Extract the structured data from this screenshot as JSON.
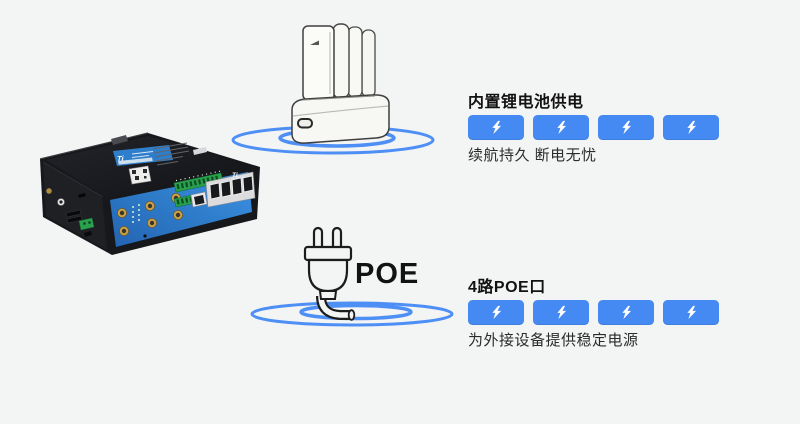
{
  "background_color": "#f3f4f4",
  "accent_blue": "#4589f2",
  "ripple_blue": "#4d8ff4",
  "device": {
    "name": "industrial-router",
    "brand_logo": "Ti",
    "panel_color": "#2f7ecb",
    "body_color": "#17181b"
  },
  "features": [
    {
      "id": "battery",
      "title": "内置锂电池供电",
      "subtitle": "续航持久 断电无忧",
      "bolt_count": 4,
      "illustration": "battery-charger"
    },
    {
      "id": "poe",
      "title": "4路POE口",
      "subtitle": "为外接设备提供稳定电源",
      "bolt_count": 4,
      "illustration": "power-plug",
      "illustration_label": "POE"
    }
  ]
}
